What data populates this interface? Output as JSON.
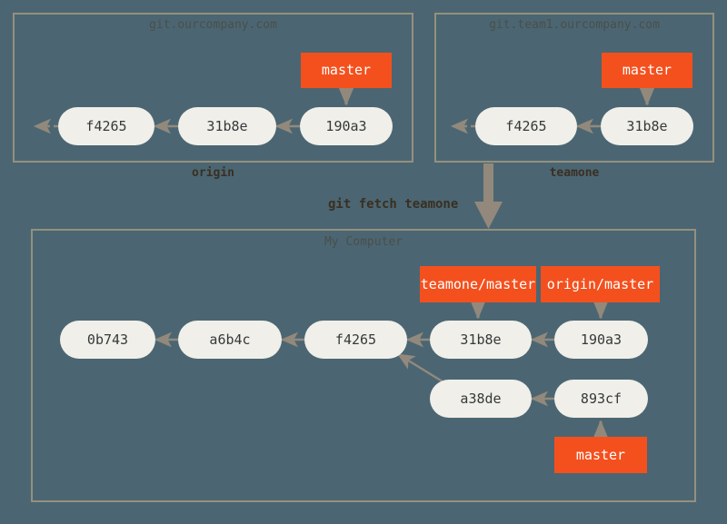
{
  "diagram": {
    "title": "git fetch teamone remote tracking diagram",
    "background_color": "#4b6672",
    "node_color": "#f0efe9",
    "badge_color": "#f4501e",
    "border_color": "#94907e",
    "arrow_color": "#92897c"
  },
  "repos": [
    {
      "id": "origin",
      "server": "git.ourcompany.com",
      "caption": "origin",
      "commits": [
        {
          "id": "f4265",
          "label": "f4265"
        },
        {
          "id": "31b8e",
          "label": "31b8e"
        },
        {
          "id": "190a3",
          "label": "190a3"
        }
      ],
      "branches": [
        {
          "label": "master",
          "points_to": "190a3"
        }
      ]
    },
    {
      "id": "teamone",
      "server": "git.team1.ourcompany.com",
      "caption": "teamone",
      "commits": [
        {
          "id": "f4265",
          "label": "f4265"
        },
        {
          "id": "31b8e",
          "label": "31b8e"
        }
      ],
      "branches": [
        {
          "label": "master",
          "points_to": "31b8e"
        }
      ]
    },
    {
      "id": "local",
      "server": "My Computer",
      "caption": "",
      "commits": [
        {
          "id": "0b743",
          "label": "0b743"
        },
        {
          "id": "a6b4c",
          "label": "a6b4c"
        },
        {
          "id": "f4265",
          "label": "f4265"
        },
        {
          "id": "31b8e",
          "label": "31b8e"
        },
        {
          "id": "190a3",
          "label": "190a3"
        },
        {
          "id": "a38de",
          "label": "a38de"
        },
        {
          "id": "893cf",
          "label": "893cf"
        }
      ],
      "branches": [
        {
          "label": "teamone/master",
          "points_to": "31b8e"
        },
        {
          "label": "origin/master",
          "points_to": "190a3"
        },
        {
          "label": "master",
          "points_to": "893cf"
        }
      ]
    }
  ],
  "command": {
    "label": "git fetch teamone"
  }
}
